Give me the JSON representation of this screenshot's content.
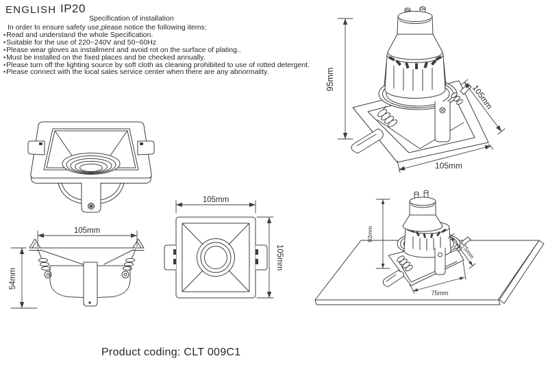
{
  "header": {
    "language": "ENGLISH",
    "ip_rating": "IP20"
  },
  "spec": {
    "title": "Specification of installation",
    "intro": "In order to ensure safety use,please notice the following items:",
    "bullet": "•",
    "items": [
      "Read and understand the whole Specification.",
      "Suitable for the use of 220~240V and 50~60Hz",
      "Please wear gloves as installment and avoid rot on the surface of plating..",
      "Must be installed on the fixed places and be checked annually.",
      "Please turn off the lighting source by soft cloth as cleaning prohibited to use of rotted detergent.",
      "Please connect with the local sales service center when there are any abnormality."
    ]
  },
  "drawings": {
    "iso_view": {
      "dim_height": "95mm",
      "dim_side": "105mm",
      "dim_front": "105mm"
    },
    "front_view": {
      "dim_width": "105mm",
      "dim_height": "54mm"
    },
    "top_view": {
      "dim_width": "105mm",
      "dim_height": "105mm"
    },
    "installation_view": {
      "dim_height": "92mm",
      "dim_cutout_side": "75mm",
      "dim_cutout_front": "75mm"
    }
  },
  "footer": {
    "product_coding": "Product coding: CLT 009C1"
  },
  "colors": {
    "line": "#3d3d3d",
    "text": "#262626",
    "background": "#ffffff"
  }
}
